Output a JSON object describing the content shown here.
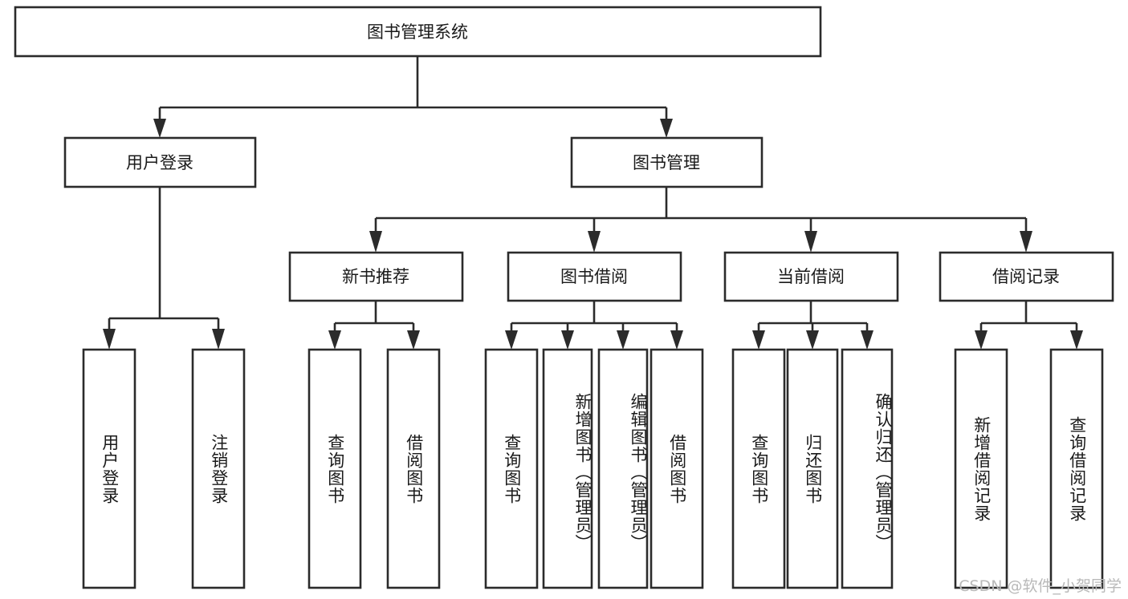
{
  "diagram": {
    "title": "图书管理系统",
    "type": "tree",
    "watermark": "CSDN @软件_小贺同学",
    "colors": {
      "stroke": "#2b2b2b",
      "fill": "#ffffff",
      "text": "#1a1a1a",
      "watermark": "#b9b9b9",
      "background": "#ffffff"
    },
    "levels": {
      "root": {
        "label": "图书管理系统"
      },
      "level2": [
        {
          "label": "用户登录"
        },
        {
          "label": "图书管理"
        }
      ],
      "level3": [
        {
          "label": "新书推荐"
        },
        {
          "label": "图书借阅"
        },
        {
          "label": "当前借阅"
        },
        {
          "label": "借阅记录"
        }
      ],
      "leaves": {
        "user_login": [
          {
            "label": "用户登录"
          },
          {
            "label": "注销登录"
          }
        ],
        "new_book_recommend": [
          {
            "label": "查询图书"
          },
          {
            "label": "借阅图书"
          }
        ],
        "book_borrow": [
          {
            "label": "查询图书"
          },
          {
            "label": "新增图书（管理员）"
          },
          {
            "label": "编辑图书（管理员）"
          },
          {
            "label": "借阅图书"
          }
        ],
        "current_borrow": [
          {
            "label": "查询图书"
          },
          {
            "label": "归还图书"
          },
          {
            "label": "确认归还（管理员）"
          }
        ],
        "borrow_record": [
          {
            "label": "新增借阅记录"
          },
          {
            "label": "查询借阅记录"
          }
        ]
      }
    }
  }
}
